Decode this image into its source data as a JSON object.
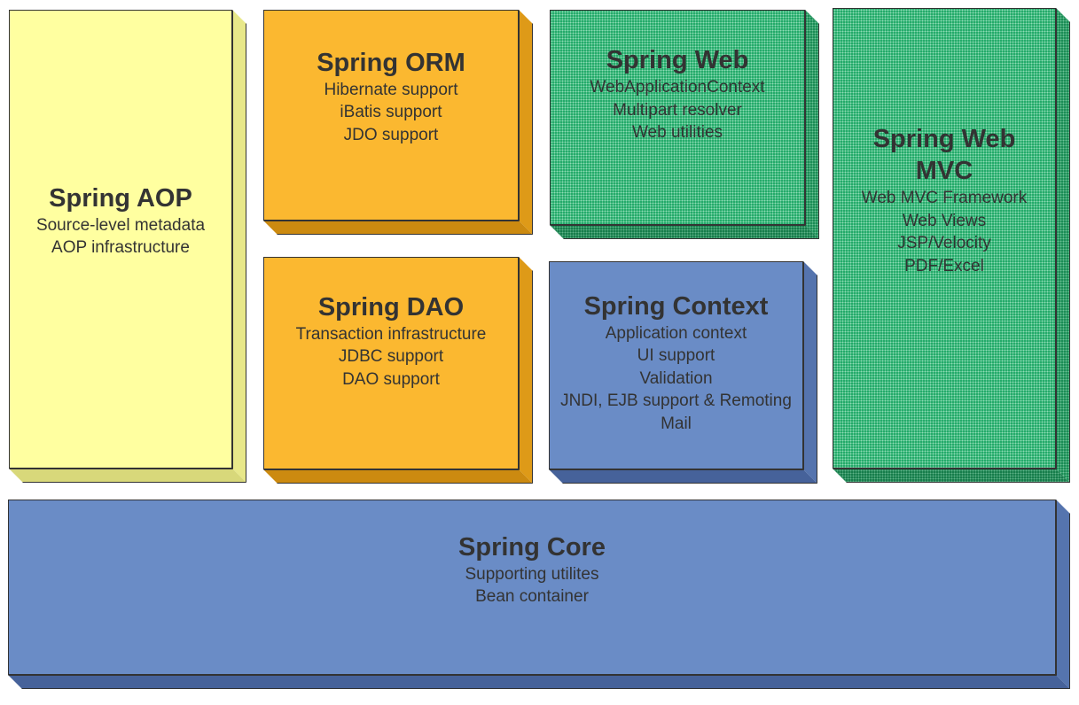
{
  "modules": {
    "aop": {
      "title": "Spring AOP",
      "lines": [
        "Source-level metadata",
        "AOP infrastructure"
      ]
    },
    "orm": {
      "title": "Spring ORM",
      "lines": [
        "Hibernate support",
        "iBatis support",
        "JDO support"
      ]
    },
    "web": {
      "title": "Spring Web",
      "lines": [
        "WebApplicationContext",
        "Multipart resolver",
        "Web utilities"
      ]
    },
    "webmvc": {
      "title_line1": "Spring Web",
      "title_line2": "MVC",
      "lines": [
        "Web MVC Framework",
        "Web Views",
        "JSP/Velocity",
        "PDF/Excel"
      ]
    },
    "dao": {
      "title": "Spring DAO",
      "lines": [
        "Transaction infrastructure",
        "JDBC support",
        "DAO support"
      ]
    },
    "context": {
      "title": "Spring Context",
      "lines": [
        "Application context",
        "UI support",
        "Validation",
        "JNDI, EJB support & Remoting",
        "Mail"
      ]
    },
    "core": {
      "title": "Spring Core",
      "lines": [
        "Supporting utilites",
        "Bean container"
      ]
    }
  },
  "colors": {
    "yellow": "#FFFFA0",
    "orange": "#FBB830",
    "green": "#1FA866",
    "blue": "#6A8CC6",
    "text": "#333333"
  }
}
